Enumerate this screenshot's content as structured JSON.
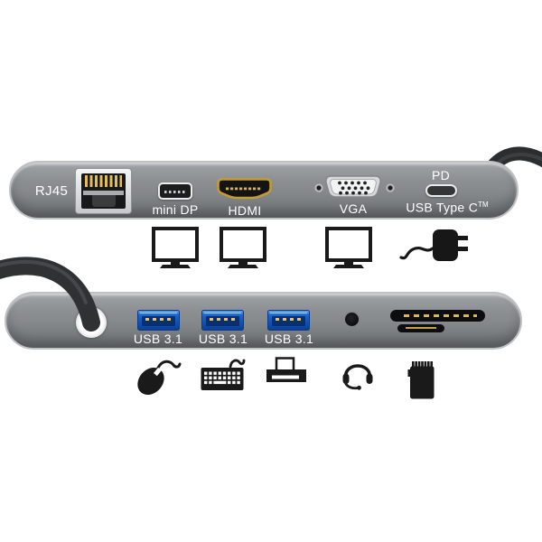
{
  "colors": {
    "panel_gray": "#85888b",
    "panel_rim": "#bfc2c4",
    "cable_dark": "#2d2f31",
    "usb_blue": "#1b66cf",
    "contact_gold": "#d8b254",
    "label_text": "#ffffff",
    "icon_black": "#1a1a1a",
    "background": "#ffffff"
  },
  "top_panel": {
    "rj45_label": "RJ45",
    "mini_dp_label": "mini DP",
    "hdmi_label": "HDMI",
    "vga_label": "VGA",
    "pd_label": "PD",
    "usb_c_label": "USB Type C",
    "usb_c_trademark": "TM"
  },
  "bottom_panel": {
    "usb_labels": [
      "USB 3.1",
      "USB 3.1",
      "USB 3.1"
    ]
  },
  "connected_device_icons": {
    "display_row": [
      "monitor",
      "monitor",
      "monitor",
      "power-adapter"
    ],
    "peripheral_row": [
      "mouse",
      "keyboard",
      "printer",
      "headset",
      "sd-card"
    ]
  }
}
